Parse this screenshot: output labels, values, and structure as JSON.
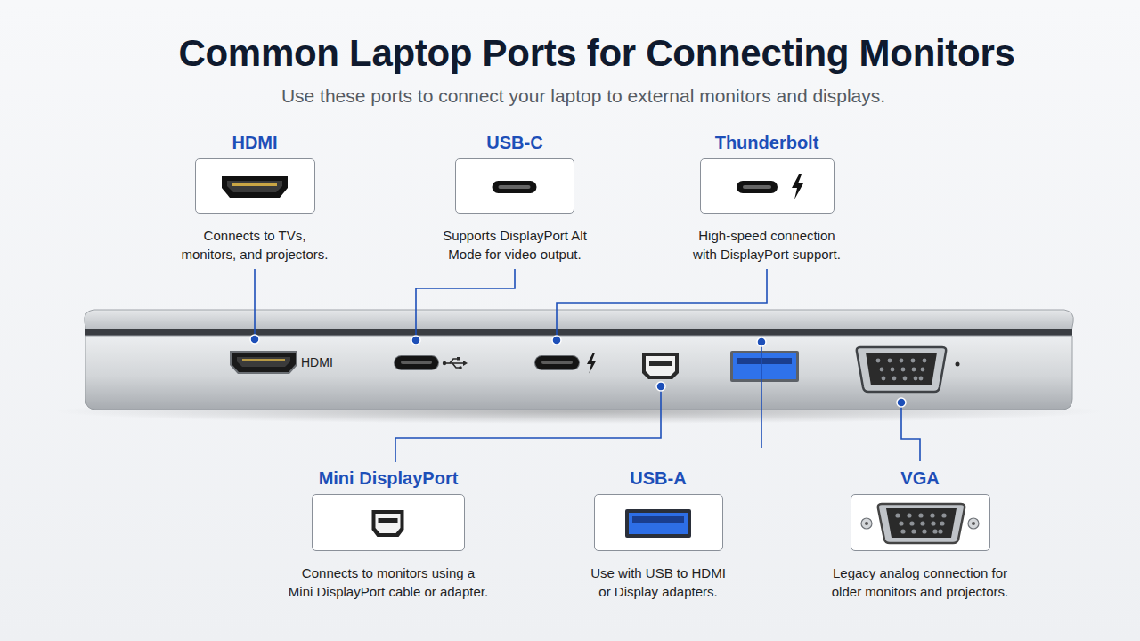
{
  "diagram": {
    "title": "Common Laptop Ports for Connecting Monitors",
    "nodes": [
      {
        "text": [
          "HDMI",
          "Connects to TVs, monitors, and projectors."
        ]
      },
      {
        "text": [
          "USB-C",
          "Supports DisplayPort Alt Mode for video output."
        ]
      },
      {
        "text": [
          "Thunderbolt",
          "High-speed connection with DisplayPort support."
        ]
      },
      {
        "text": [
          "Mini DisplayPort",
          "Connects to monitors using a Mini DisplayPort cable or adapter."
        ]
      },
      {
        "text": [
          "USB-A",
          "Use with USB to HDMI or Display adapters."
        ]
      },
      {
        "text": [
          "VGA",
          "Legacy analog connection for older monitors and projectors."
        ]
      }
    ],
    "labels": [
      "Use these ports to connect your laptop to external monitors and displays.",
      "HDMI"
    ]
  }
}
